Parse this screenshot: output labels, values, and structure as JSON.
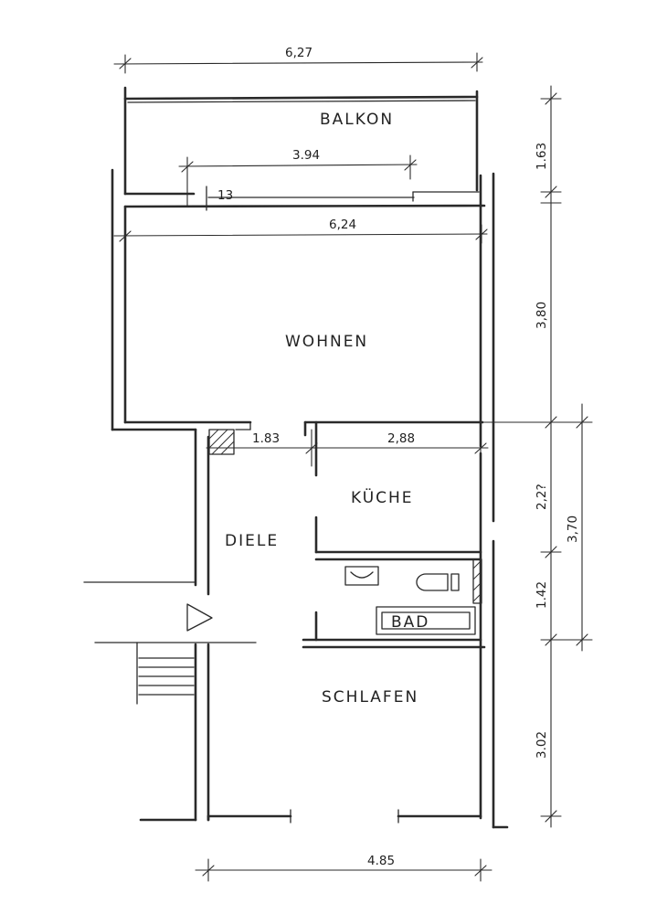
{
  "rooms": {
    "balkon": "BALKON",
    "wohnen": "WOHNEN",
    "kueche": "KÜCHE",
    "diele": "DIELE",
    "bad": "BAD",
    "schlafen": "SCHLAFEN"
  },
  "dimensions": {
    "top_total": "6,27",
    "balcony_inner": "3.94",
    "wall_13": "13",
    "living_width": "6,24",
    "diele_width": "1.83",
    "kitchen_width": "2,88",
    "bottom_width": "4.85",
    "right_balcony": "1.63",
    "right_living": "3,80",
    "right_kitchen": "2,2?",
    "right_bath": "1.42",
    "right_bedroom": "3.02",
    "right_outer": "3,70"
  }
}
